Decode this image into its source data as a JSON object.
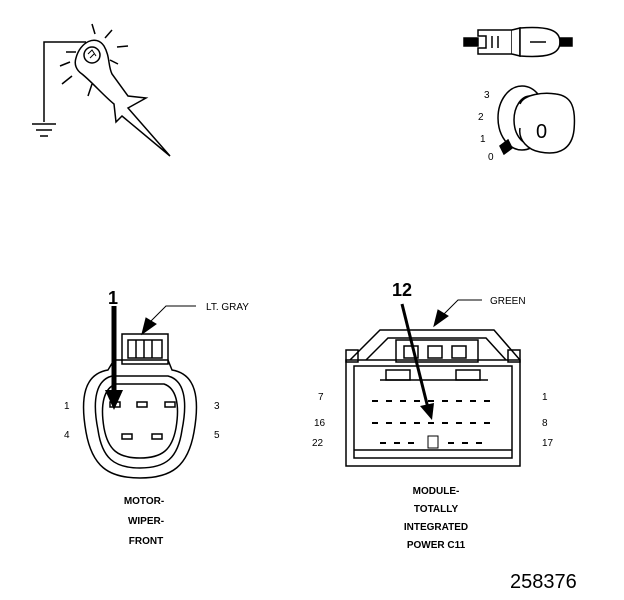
{
  "connector_left": {
    "callout_pin": "1",
    "color_label": "LT. GRAY",
    "pin_labels": [
      "1",
      "3",
      "4",
      "5"
    ],
    "caption_lines": [
      "MOTOR-",
      "WIPER-",
      "FRONT"
    ]
  },
  "connector_right": {
    "callout_pin": "12",
    "color_label": "GREEN",
    "pin_labels": [
      "7",
      "1",
      "16",
      "8",
      "22",
      "17"
    ],
    "caption_lines": [
      "MODULE-",
      "TOTALLY",
      "INTEGRATED",
      "POWER C11"
    ]
  },
  "ignition": {
    "positions": [
      "3",
      "2",
      "1",
      "0"
    ],
    "key_label": "0"
  },
  "figure_number": "258376",
  "icons": [
    "test-light-probe-icon",
    "ground-symbol-icon",
    "fuse-icon",
    "ignition-switch-icon"
  ]
}
